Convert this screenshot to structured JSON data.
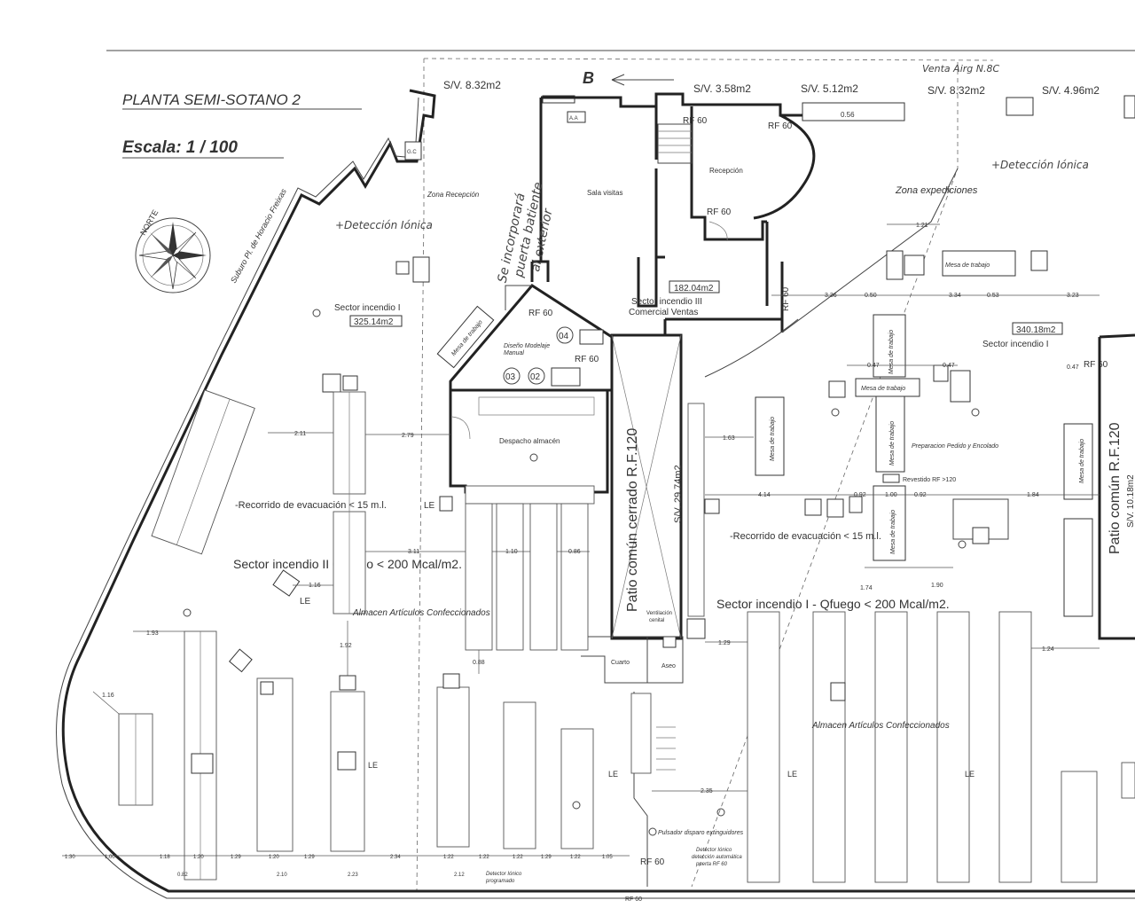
{
  "title": {
    "heading": "PLANTA SEMI-SOTANO 2",
    "scale": "Escala:  1  /  100"
  },
  "compass": {
    "label": "NORTE",
    "icon": "compass-rose-icon"
  },
  "section_marker": "B",
  "street_label": "Suburo Pl. de Horacio Freixas",
  "vent_top_right": "Venta Airg N.8C",
  "sv_labels": [
    "S/V.   8.32m2",
    "S/V.   3.58m2",
    "S/V.   5.12m2",
    "S/V.   8.32m2",
    "S/V.   4.96m2"
  ],
  "handnote": [
    "Se incorporará",
    "puerta batiente",
    "al exterior"
  ],
  "detection_labels": [
    "+Detección Iónica",
    "+Detección Iónica"
  ],
  "zones": {
    "recepcion": "Zona Recepción",
    "expediciones": "Zona expediciones",
    "sala_visitas": "Sala visitas",
    "recepcion_room": "Recepción",
    "despacho": "Despacho almacén",
    "diseno": [
      "Diseño Modelaje",
      "Manual"
    ],
    "ventilacion": [
      "Ventilación",
      "cenital"
    ],
    "cuarto": "Cuarto",
    "aseo": "Aseo",
    "preparacion": "Preparacion Pedido y Encolado",
    "almacen_1": "Almacen Artículos Confeccionados",
    "almacen_2": "Almacen Artículos Confeccionados"
  },
  "sectors": {
    "s1_left": {
      "name": "Sector incendio I",
      "area": "325.14m2"
    },
    "s3": {
      "area": "182.04m2",
      "name": "Sector incendio III",
      "sub": "Comercial Ventas"
    },
    "s1_right": {
      "area": "340.18m2",
      "name": "Sector incendio I"
    },
    "s2_big": "Sector  incendio  II    Qfuego  <  200  Mcal/m2.",
    "s1_big": "Sector  incendio  I  -    Qfuego  <  200  Mcal/m2."
  },
  "patios": {
    "center": "Patio común cerrado R.F.120",
    "center_sv": "S/V.   29.74m2",
    "right": "Patio común R.F.120",
    "right_sv": "S/V.  10.18m2"
  },
  "rf_labels": [
    "RF 60",
    "RF 60",
    "RF 60",
    "RF 60",
    "RF 60",
    "RF 60",
    "RF 60",
    "RF 60"
  ],
  "evacuation": [
    "-Recorrido  de  evacuación  <   15  m.l.",
    "-Recorrido  de  evacuación  <   15 m.l."
  ],
  "mesas": [
    "Mesa de trabajo",
    "Mesa de trabajo",
    "Mesa de trabajo",
    "Mesa de trabajo",
    "Mesa de trabajo",
    "Mesa de trabajo",
    "Mesa de trabajo",
    "Mesa de trabajo"
  ],
  "room_numbers": [
    "04",
    "03",
    "02"
  ],
  "misc": {
    "aa": "A.A",
    "gc": "G.C",
    "revestido": "Revestido RF >120",
    "pulsador": "Pulsador disparo extinguidores",
    "detector": [
      "Detector Iónico",
      "detección automática",
      "puerta RF 60"
    ],
    "detector_left": [
      "Detector Iónico",
      "programado"
    ],
    "bottom_rf": "RF 60",
    "le": "LE"
  },
  "dimensions": {
    "top": [
      "1.21",
      "3.36",
      "0.50",
      "3.34",
      "0.53",
      "3.23",
      "0.56"
    ],
    "mid": [
      "0.47",
      "0.47",
      "0.47",
      "1.63",
      "4.14",
      "0.92",
      "1.00",
      "0.92",
      "1.84",
      "1.74",
      "1.90"
    ],
    "left": [
      "2.11",
      "2.79",
      "3.11",
      "1.10",
      "0.86",
      "1.16",
      "1.92",
      "0.88",
      "1.93",
      "1.16",
      "1.29",
      "1.24"
    ],
    "bottom": [
      "1.30",
      "1.00",
      "1.18",
      "1.20",
      "1.29",
      "1.20",
      "1.29",
      "2.34",
      "1.22",
      "1.22",
      "1.22",
      "1.29",
      "1.22",
      "1.05",
      "2.35"
    ],
    "bottom_row2": [
      "0.82",
      "2.10",
      "2.23",
      "2.12"
    ]
  }
}
